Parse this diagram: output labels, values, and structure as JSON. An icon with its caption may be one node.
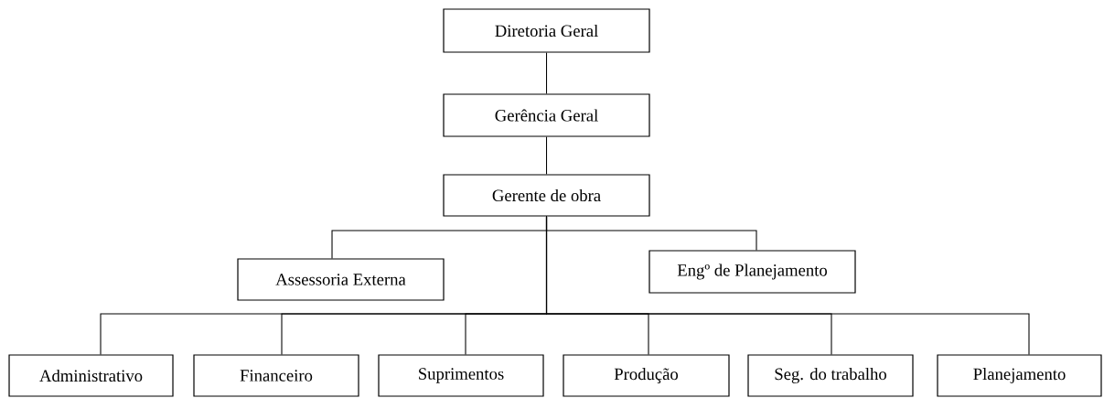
{
  "diagram": {
    "nodes": [
      {
        "text": [
          "Diretoria Geral"
        ]
      },
      {
        "text": [
          "Gerência Geral"
        ]
      },
      {
        "text": [
          "Gerente de obra"
        ]
      },
      {
        "text": [
          "Assessoria Externa"
        ]
      },
      {
        "text": [
          "Engº de Planejamento"
        ]
      },
      {
        "text": [
          "Administrativo"
        ]
      },
      {
        "text": [
          "Financeiro"
        ]
      },
      {
        "text": [
          "Suprimentos"
        ]
      },
      {
        "text": [
          "Produção"
        ]
      },
      {
        "text": [
          "Seg. do trabalho"
        ]
      },
      {
        "text": [
          "Planejamento"
        ]
      }
    ],
    "edges": [
      {
        "from": 0,
        "to": 1,
        "arrow": "none"
      },
      {
        "from": 1,
        "to": 2,
        "arrow": "none"
      },
      {
        "from": 2,
        "to": 3,
        "arrow": "none"
      },
      {
        "from": 2,
        "to": 4,
        "arrow": "none"
      },
      {
        "from": 2,
        "to": 5,
        "arrow": "none"
      },
      {
        "from": 2,
        "to": 6,
        "arrow": "none"
      },
      {
        "from": 2,
        "to": 7,
        "arrow": "none"
      },
      {
        "from": 2,
        "to": 8,
        "arrow": "none"
      },
      {
        "from": 2,
        "to": 9,
        "arrow": "none"
      },
      {
        "from": 2,
        "to": 10,
        "arrow": "none"
      }
    ]
  }
}
